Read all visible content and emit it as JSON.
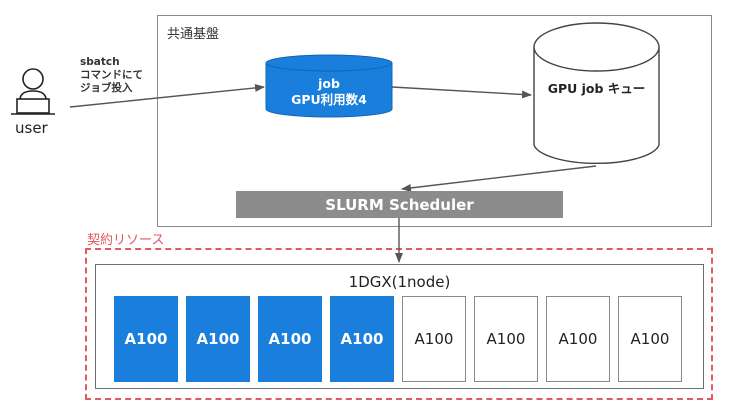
{
  "diagram": {
    "common_platform": {
      "label": "共通基盤"
    },
    "user": {
      "label": "user",
      "icon": "user-at-laptop-icon"
    },
    "submit_edge": {
      "label_lines": [
        "sbatch",
        "コマンドにて",
        "ジョブ投入"
      ]
    },
    "job": {
      "label_lines": [
        "job",
        "GPU利用数4"
      ],
      "fill": "#1a7fdc"
    },
    "queue": {
      "label": "GPU job キュー"
    },
    "scheduler": {
      "label": "SLURM Scheduler",
      "fill": "#8c8c8c"
    },
    "contract": {
      "label": "契約リソース",
      "color": "#e05a60"
    },
    "node": {
      "label": "1DGX(1node)",
      "gpus": [
        {
          "label": "A100",
          "state": "used"
        },
        {
          "label": "A100",
          "state": "used"
        },
        {
          "label": "A100",
          "state": "used"
        },
        {
          "label": "A100",
          "state": "used"
        },
        {
          "label": "A100",
          "state": "free"
        },
        {
          "label": "A100",
          "state": "free"
        },
        {
          "label": "A100",
          "state": "free"
        },
        {
          "label": "A100",
          "state": "free"
        }
      ]
    },
    "colors": {
      "used_gpu": "#1a7fdc",
      "free_gpu": "#ffffff",
      "edge": "#555555"
    }
  }
}
